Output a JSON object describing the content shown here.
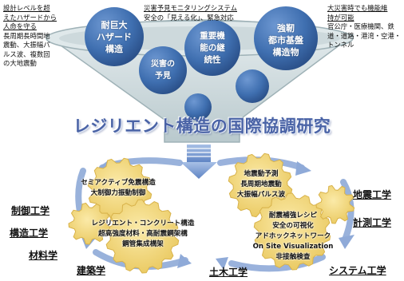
{
  "top_left_note": {
    "lines": [
      "設計レベルを超",
      "えたハザードから",
      "人命を守る"
    ],
    "detail": [
      "長周期長時間地",
      "震動、大振幅パ",
      "ルス波、複数回",
      "の大地震動"
    ]
  },
  "top_center_note": {
    "line1": "災害予見モニタリングシステム",
    "line2": "安全の「見える化」、緊急対応"
  },
  "top_right_note": {
    "lines": [
      "大災害時でも機能維",
      "持が可能"
    ],
    "detail": [
      "官公庁・医療機関、鉄",
      "道・道路・港湾・空港・",
      "トンネル"
    ]
  },
  "bubbles": {
    "b1": [
      "耐巨大",
      "ハザード",
      "構造"
    ],
    "b2": [
      "災害の",
      "予見"
    ],
    "b3": [
      "重要機",
      "能の継",
      "続性"
    ],
    "b4": [
      "強靭",
      "都市基盤",
      "構造物"
    ]
  },
  "headline": "レジリエント構造の国際協調研究",
  "gears": {
    "g1": [
      "セミアクティブ免震構造",
      "大制御力振動制御"
    ],
    "g2": [
      "レジリエント・コンクリート構造",
      "超高強度材料・高耐震鋼架構",
      "鋼管集成構架"
    ],
    "g3": [
      "地震動予測",
      "長周期地震動",
      "大振幅パルス波"
    ],
    "g4": [
      "耐震補強レシピ",
      "安全の可視化",
      "アドホックネットワーク",
      "On Site Visualization",
      "非接触検査"
    ]
  },
  "fields": {
    "left": [
      "制御工学",
      "構造工学",
      "材料学"
    ],
    "bottom_left": "建築学",
    "bottom_center": "土木工学",
    "right": [
      "地震工学",
      "計測工学"
    ],
    "bottom_right": "システム工学"
  },
  "colors": {
    "funnel": "#cdd9dc",
    "bubble": "#3f6fb0",
    "gear": "#f2d77a",
    "arrow": "#7f9fd2",
    "headline": "#4a63a6"
  }
}
